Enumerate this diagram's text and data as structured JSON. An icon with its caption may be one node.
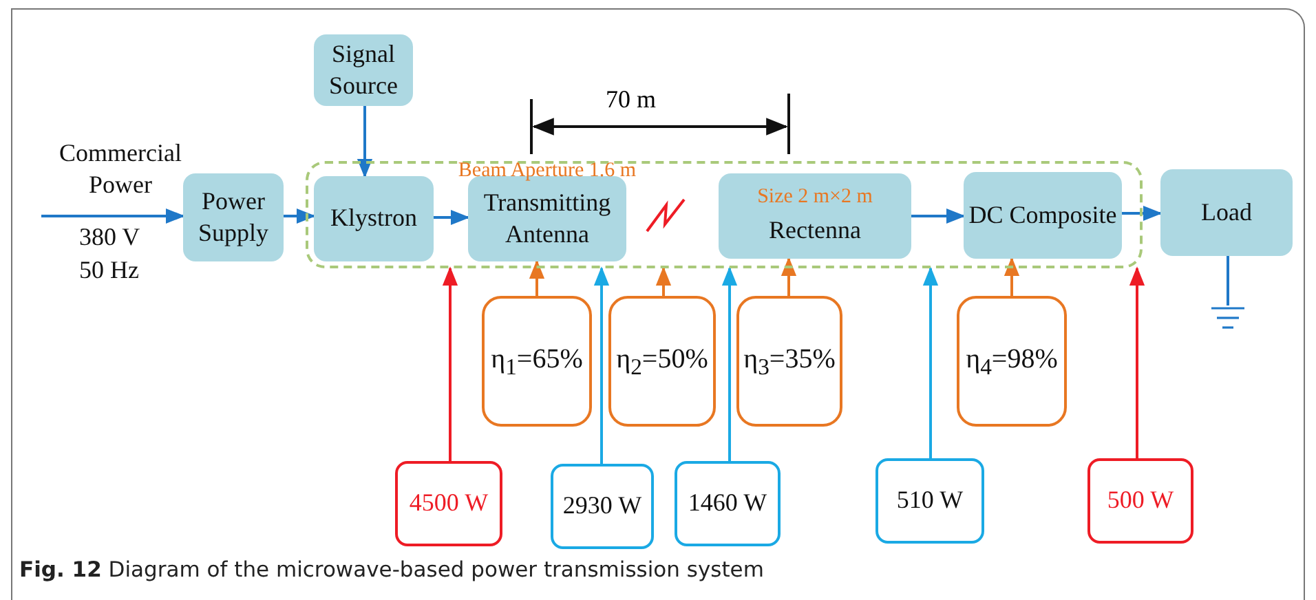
{
  "diagram": {
    "caption": "**Fig. 12** Diagram of the microwave-based power transmission system",
    "nodes": [
      {
        "text": [],
        "shape": "box"
      },
      {
        "text": [
          "Signal Source"
        ]
      },
      {
        "text": [
          "Commercial Power",
          "380 V 50 Hz"
        ]
      },
      {
        "text": [
          "Power Supply"
        ]
      },
      {
        "text": [
          "Klystron"
        ],
        "in": 0
      },
      {
        "text": [
          "Transmitting Antenna"
        ],
        "in": 0,
        "beside": [
          "Beam Aperture 1.6 m"
        ]
      },
      {
        "text": [
          "Size 2 m×2 m",
          "Rectenna"
        ],
        "in": 0
      },
      {
        "text": [
          "DC Composite"
        ],
        "in": 0
      },
      {
        "text": [
          "Load"
        ]
      },
      {
        "text": [],
        "shape": "ground"
      },
      {
        "text": [
          "η$_{1}$=65%"
        ]
      },
      {
        "text": [
          "η$_{2}$=50%"
        ]
      },
      {
        "text": [
          "η$_{3}$=35%"
        ]
      },
      {
        "text": [
          "η$_{4}$=98%"
        ]
      },
      {
        "text": [
          "4500 W"
        ]
      },
      {
        "text": [
          "2930 W"
        ]
      },
      {
        "text": [
          "1460 W"
        ]
      },
      {
        "text": [
          "510 W"
        ]
      },
      {
        "text": [
          "500 W"
        ]
      }
    ],
    "edges": [
      {
        "from": 2,
        "to": 3,
        "arrow": "to"
      },
      {
        "from": 1,
        "to": 4,
        "arrow": "to"
      },
      {
        "from": 3,
        "to": 4,
        "arrow": "to"
      },
      {
        "from": 4,
        "to": 5,
        "arrow": "to"
      },
      {
        "from": 6,
        "to": 7,
        "arrow": "to"
      },
      {
        "from": 7,
        "to": 8,
        "arrow": "to"
      },
      {
        "from": 8,
        "to": 9,
        "arrow": "none"
      },
      {
        "from": 10,
        "to": 5,
        "arrow": "to",
        "color": "#e87722"
      },
      {
        "from": 11,
        "to": 0,
        "arrow": "to",
        "color": "#e87722"
      },
      {
        "from": 12,
        "to": 6,
        "arrow": "to",
        "color": "#e87722"
      },
      {
        "from": 13,
        "to": 7,
        "arrow": "to",
        "color": "#e87722"
      },
      {
        "from": 14,
        "to": 0,
        "arrow": "to",
        "color": "#ee1c25"
      },
      {
        "from": 15,
        "to": 0,
        "arrow": "to",
        "color": "#1aa9e4"
      },
      {
        "from": 16,
        "to": 0,
        "arrow": "to",
        "color": "#1aa9e4"
      },
      {
        "from": 17,
        "to": 0,
        "arrow": "to",
        "color": "#1aa9e4"
      },
      {
        "from": 18,
        "to": 0,
        "arrow": "to",
        "color": "#ee1c25"
      }
    ],
    "labels": [
      "70 m"
    ]
  }
}
